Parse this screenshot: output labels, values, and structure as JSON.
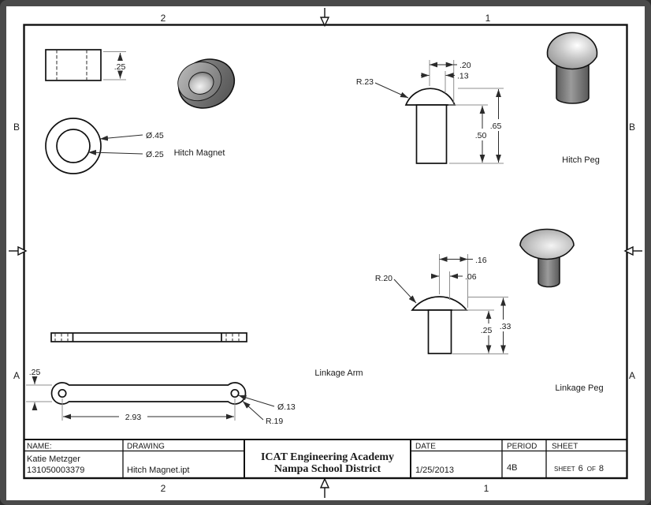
{
  "window": {
    "frame_color": "#4a4a4a",
    "sheet_color": "#ffffff",
    "line_color": "#101010",
    "dimension_line_color": "#2b2b2b",
    "extension_line_color": "#8f8f8f"
  },
  "zones": {
    "top": [
      "2",
      "1"
    ],
    "bottom": [
      "2",
      "1"
    ],
    "left": [
      "B",
      "A"
    ],
    "right": [
      "B",
      "A"
    ]
  },
  "views": {
    "hitch_magnet": {
      "label": "Hitch Magnet",
      "thickness_dim": ".25",
      "outer_diameter_dim": "Ø.45",
      "inner_diameter_dim": "Ø.25"
    },
    "hitch_peg": {
      "label": "Hitch Peg",
      "head_radius_dim": "R.23",
      "head_offset_dim": ".20",
      "head_chord_dim": ".13",
      "overall_height_dim": ".65",
      "stem_height_dim": ".50"
    },
    "linkage_peg": {
      "label": "Linkage Peg",
      "head_radius_dim": "R.20",
      "head_offset_dim": ".16",
      "head_chord_dim": ".06",
      "overall_height_dim": ".33",
      "stem_height_dim": ".25"
    },
    "linkage_arm": {
      "label": "Linkage Arm",
      "thickness_dim": ".25",
      "hole_spacing_dim": "2.93",
      "hole_diameter_dim": "Ø.13",
      "end_radius_dim": "R.19"
    }
  },
  "title_block": {
    "name_label": "NAME:",
    "name": "Katie Metzger",
    "student_id": "131050003379",
    "drawing_label": "DRAWING",
    "drawing_file": "Hitch Magnet.ipt",
    "organization_line1": "ICAT Engineering Academy",
    "organization_line2": "Nampa School District",
    "date_label": "DATE",
    "date": "1/25/2013",
    "period_label": "PERIOD",
    "period": "4B",
    "sheet_label": "SHEET",
    "sheet_word": "SHEET",
    "sheet_number": "6",
    "sheet_of_word": "OF",
    "sheet_total": "8"
  }
}
